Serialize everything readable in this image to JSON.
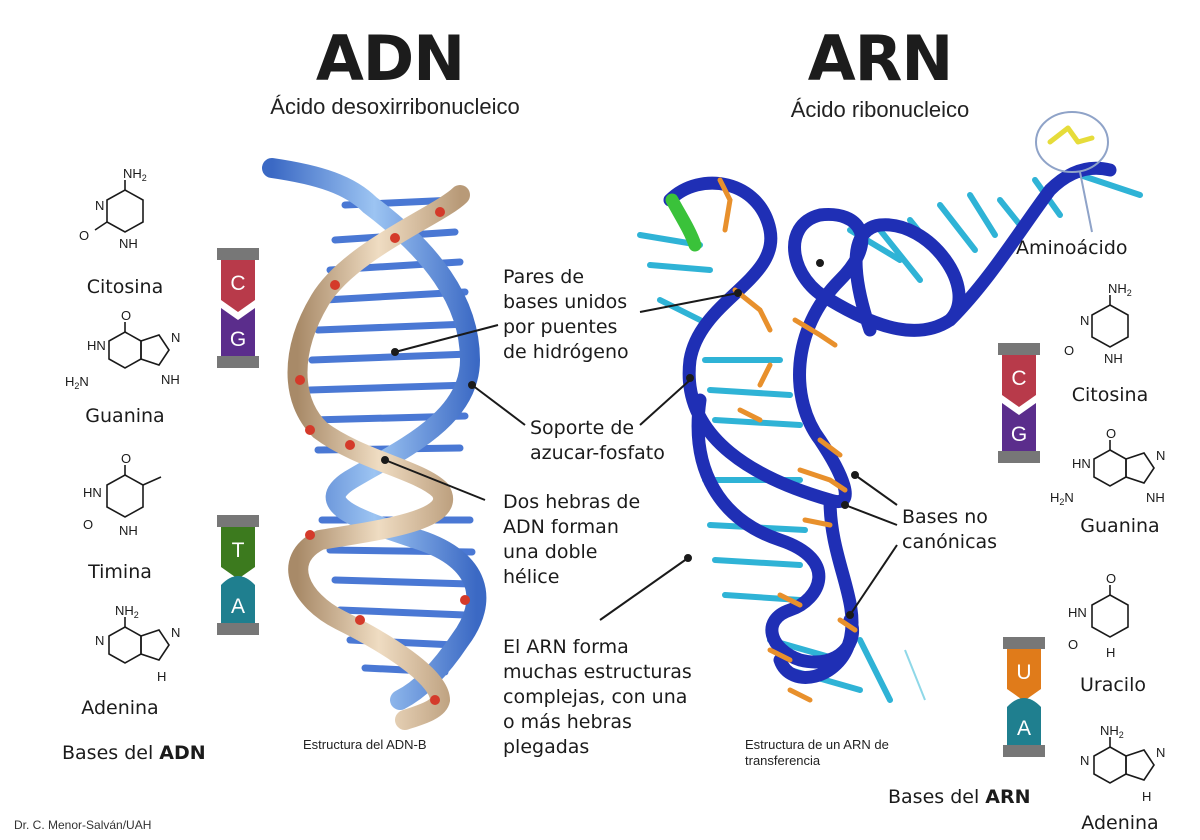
{
  "dna": {
    "title": "ADN",
    "subtitle": "Ácido desoxirribonucleico",
    "structure_caption": "Estructura del ADN-B",
    "bases_title_prefix": "Bases del ",
    "bases_title_bold": "ADN",
    "bases": [
      {
        "name": "Citosina"
      },
      {
        "name": "Guanina"
      },
      {
        "name": "Timina"
      },
      {
        "name": "Adenina"
      }
    ],
    "pairs": [
      {
        "top": "C",
        "bottom": "G",
        "top_color": "#b83a4a",
        "bottom_color": "#5b2d8c"
      },
      {
        "top": "T",
        "bottom": "A",
        "top_color": "#3c7a1e",
        "bottom_color": "#1f7f8f"
      }
    ]
  },
  "rna": {
    "title": "ARN",
    "subtitle": "Ácido ribonucleico",
    "structure_caption_line1": "Estructura de un ARN de",
    "structure_caption_line2": "transferencia",
    "amino_label": "Aminoácido",
    "bases_title_prefix": "Bases del ",
    "bases_title_bold": "ARN",
    "bases": [
      {
        "name": "Citosina"
      },
      {
        "name": "Guanina"
      },
      {
        "name": "Uracilo"
      },
      {
        "name": "Adenina"
      }
    ],
    "pairs": [
      {
        "top": "C",
        "bottom": "G",
        "top_color": "#b83a4a",
        "bottom_color": "#5b2d8c"
      },
      {
        "top": "U",
        "bottom": "A",
        "top_color": "#e07b1a",
        "bottom_color": "#1f7f8f"
      }
    ]
  },
  "annotations": {
    "pairs_hbond": [
      "Pares de",
      "bases unidos",
      "por puentes",
      "de hidrógeno"
    ],
    "backbone": [
      "Soporte de",
      "azucar-fosfato"
    ],
    "double_helix": [
      "Dos hebras de",
      "ADN forman",
      "una doble",
      "hélice"
    ],
    "noncanonical": [
      "Bases no",
      "canónicas"
    ],
    "rna_structures": [
      "El ARN forma",
      "muchas estructuras",
      "complejas, con una",
      "o más hebras",
      "plegadas"
    ]
  },
  "chem": {
    "nh2": "NH2",
    "hn": "HN",
    "h2n": "H2N",
    "o": "O",
    "n": "N",
    "nh": "NH",
    "h": "H"
  },
  "credit": "Dr. C. Menor-Salván/UAH",
  "colors": {
    "dna_backbone": "#d9c2a3",
    "dna_bases": "#4f7fd6",
    "rna_backbone": "#1f2fb5",
    "rna_bases": "#2db3d6",
    "noncanonical": "#e8902c",
    "amino": "#e6dc3a"
  }
}
